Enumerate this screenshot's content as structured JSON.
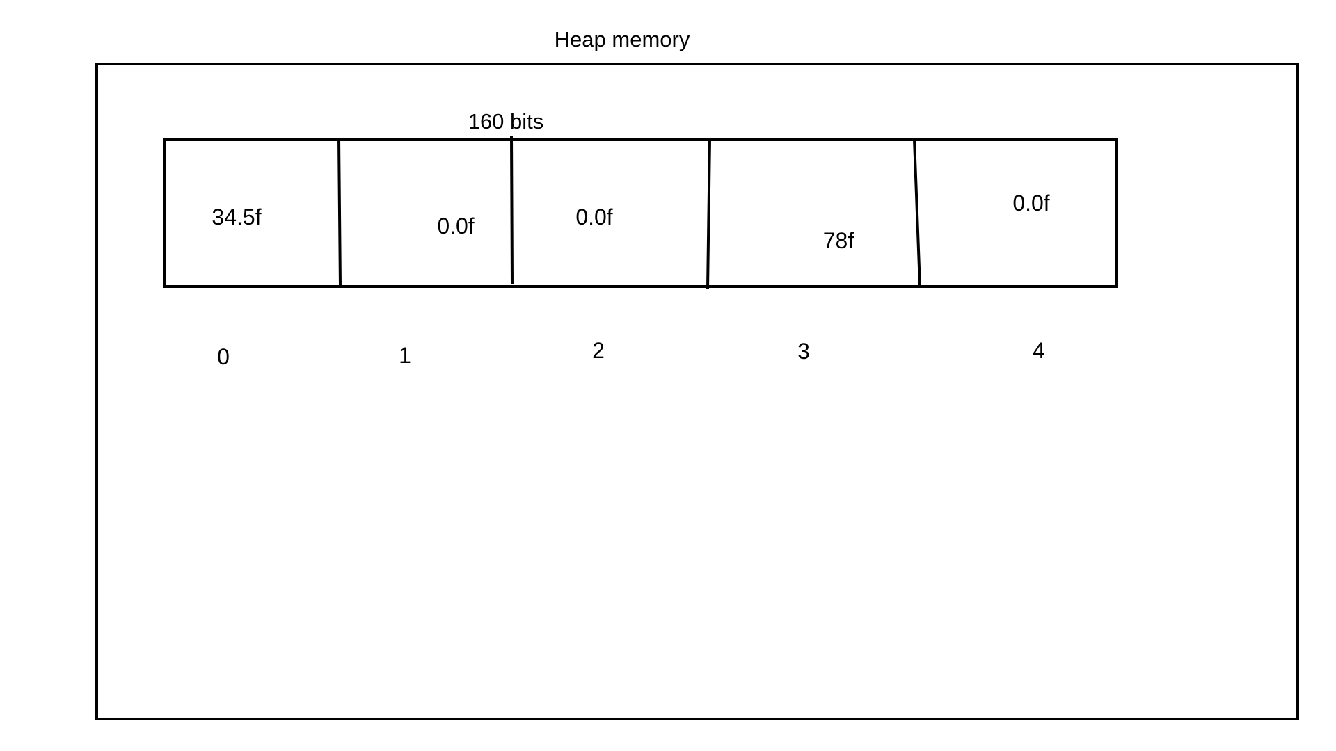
{
  "title": "Heap memory",
  "size_label": "160 bits",
  "cells": [
    {
      "index": "0",
      "value": "34.5f"
    },
    {
      "index": "1",
      "value": "0.0f"
    },
    {
      "index": "2",
      "value": "0.0f"
    },
    {
      "index": "3",
      "value": "78f"
    },
    {
      "index": "4",
      "value": "0.0f"
    }
  ],
  "colors": {
    "stroke": "#000000",
    "background": "#ffffff"
  }
}
